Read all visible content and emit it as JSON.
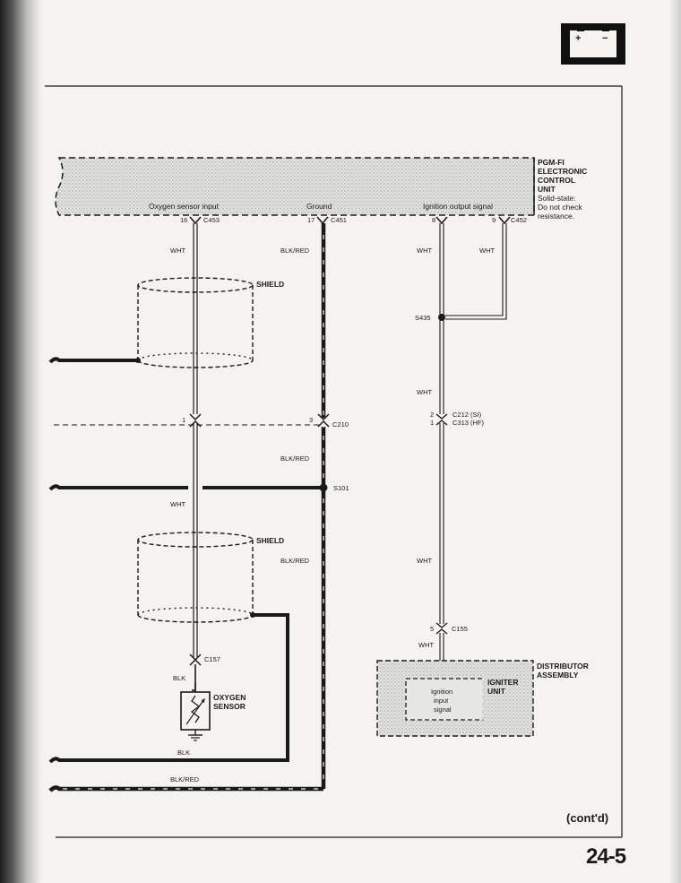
{
  "ecu": {
    "name_lines": [
      "PGM-FI",
      "ELECTRONIC",
      "CONTROL",
      "UNIT"
    ],
    "note_lines": [
      "Solid-state:",
      "Do not check",
      "resistance."
    ],
    "pins": {
      "oxygen_sensor_input": "Oxygen sensor input",
      "ground": "Ground",
      "ignition_output_signal": "Ignition output signal"
    },
    "connectors": {
      "pin16": "16",
      "c453": "C453",
      "pin17": "17",
      "c451": "C451",
      "pin8": "8",
      "pin9": "9",
      "c452": "C452"
    }
  },
  "wires": {
    "wht_o2_top": "WHT",
    "blk_red_top": "BLK/RED",
    "wht_ign_left": "WHT",
    "wht_ign_right": "WHT",
    "wht_ign_mid": "WHT",
    "blk_red_mid": "BLK/RED",
    "wht_o2_mid": "WHT",
    "blk_red_low": "BLK/RED",
    "wht_ign_low": "WHT",
    "wht_ign_c155": "WHT",
    "blk_sensor": "BLK",
    "blk_bottom": "BLK",
    "blk_red_bottom": "BLK/RED"
  },
  "shields": {
    "upper": "SHIELD",
    "lower": "SHIELD"
  },
  "splices": {
    "s435": "S435",
    "s101": "S101"
  },
  "connectors": {
    "c210_pin1": "1",
    "c210_pin3": "3",
    "c210": "C210",
    "c212_pin": "2",
    "c212": "C212  (SI)",
    "c313_pin": "1",
    "c313": "C313  (HF)",
    "c155_pin": "5",
    "c155": "C155",
    "c157": "C157"
  },
  "sensor": {
    "name_lines": [
      "OXYGEN",
      "SENSOR"
    ]
  },
  "distributor": {
    "name_lines": [
      "DISTRIBUTOR",
      "ASSEMBLY"
    ],
    "igniter_lines": [
      "IGNITER",
      "UNIT"
    ],
    "signal_lines": [
      "Ignition",
      "input",
      "signal"
    ]
  },
  "footer": {
    "cont": "(cont'd)",
    "page": "24-5"
  },
  "battery_icon": {
    "plus": "+",
    "minus": "−"
  },
  "colors": {
    "paper": "#f4f3ef",
    "ink": "#1a1a1a",
    "ecu_fill": "#dcdcd8",
    "distributor_fill": "#d6d6d2"
  }
}
